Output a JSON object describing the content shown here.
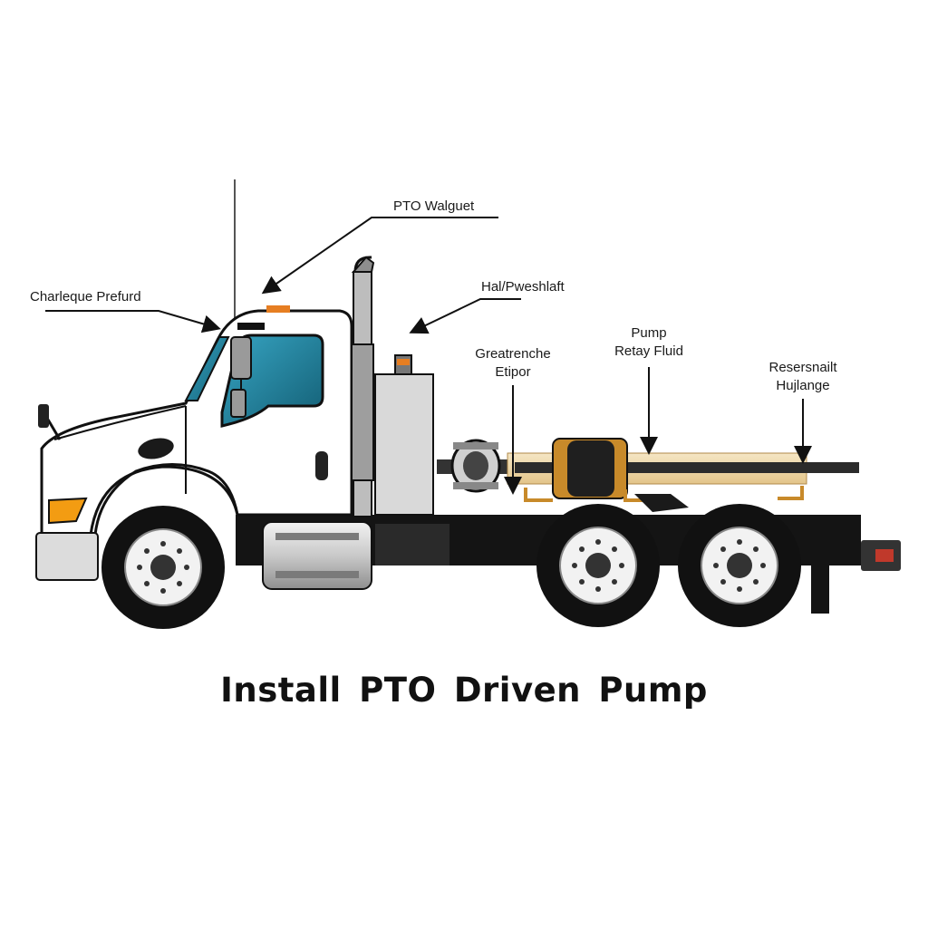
{
  "diagram": {
    "title": "Install PTO Driven Pump",
    "labels": {
      "pto_weight": "PTO Walguet",
      "charlegue": "Charleque Prefurd",
      "halfshaft": "Hal/Pweshlaft",
      "greatrenche": [
        "Greatrenche",
        "Etipor"
      ],
      "pump": [
        "Pump",
        "Retay Fluid"
      ],
      "reservoir": [
        "Resersnailt",
        "Hujlange"
      ]
    },
    "colors": {
      "windshield": "#1e7f9a",
      "body": "#ffffff",
      "frame": "#141414",
      "pump_housing": "#c88a2a",
      "tank": "#d9d9d9",
      "tail_light": "#c0392b"
    }
  }
}
